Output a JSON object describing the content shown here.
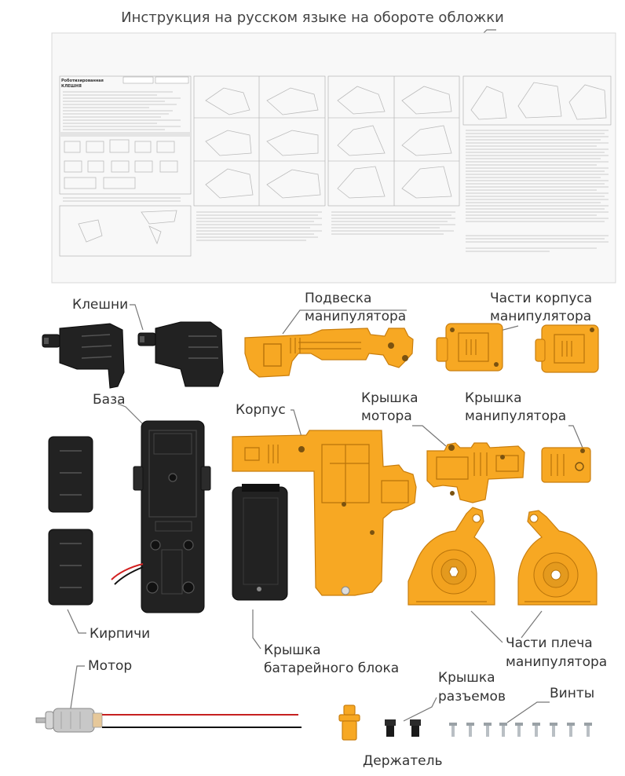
{
  "header": {
    "title": "Инструкция на русском языке на обороте обложки"
  },
  "sheet": {
    "title_line1": "Роботизированная",
    "title_line2": "КЛЕШНЯ"
  },
  "labels": {
    "claws": "Клешни",
    "arm_mount_1": "Подвеска",
    "arm_mount_2": "манипулятора",
    "arm_body_1": "Части корпуса",
    "arm_body_2": "манипулятора",
    "base": "База",
    "body": "Корпус",
    "motor_cover_1": "Крышка",
    "motor_cover_2": "мотора",
    "arm_cover_1": "Крышка",
    "arm_cover_2": "манипулятора",
    "bricks": "Кирпичи",
    "battery_cover_1": "Крышка",
    "battery_cover_2": "батарейного блока",
    "shoulder_1": "Части плеча",
    "shoulder_2": "манипулятора",
    "motor": "Мотор",
    "connector_cover_1": "Крышка",
    "connector_cover_2": "разъемов",
    "screws": "Винты",
    "holder": "Держатель"
  }
}
